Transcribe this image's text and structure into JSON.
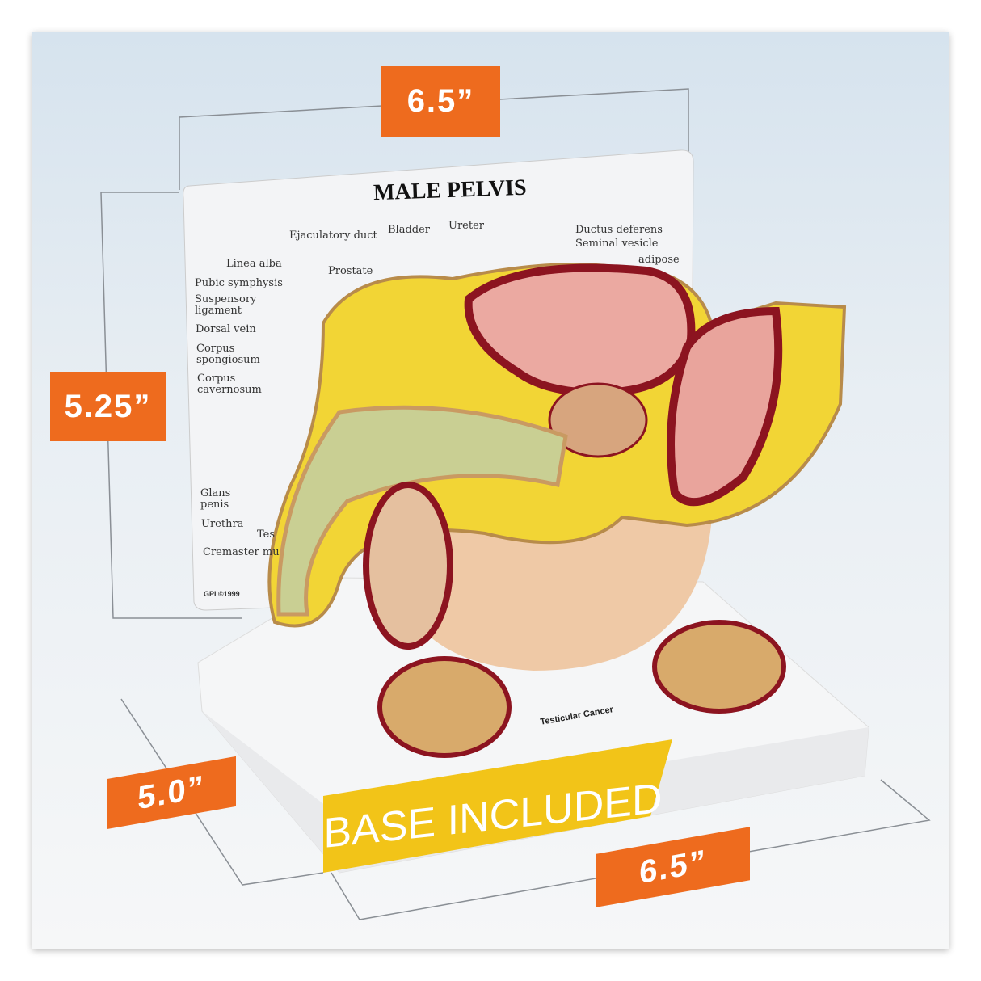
{
  "dimensions": {
    "width_top": "6.5”",
    "height": "5.25”",
    "depth": "5.0”",
    "width_bottom": "6.5”"
  },
  "card": {
    "title": "MALE PELVIS",
    "labels": [
      "Ejaculatory duct",
      "Bladder",
      "Ureter",
      "Ductus deferens",
      "Seminal vesicle",
      "adipose",
      "Linea alba",
      "Prostate",
      "Pubic symphysis",
      "Suspensory ligament",
      "Dorsal vein",
      "Corpus spongiosum",
      "Corpus cavernosum",
      "Glans penis",
      "Urethra",
      "Tes",
      "Cremaster mu"
    ],
    "copyright": "GPI ©1999"
  },
  "base": {
    "banner": "BASE INCLUDED",
    "note": "Testicular Cancer"
  },
  "colors": {
    "badge": "#ee6b1e",
    "banner": "#f2c418"
  }
}
